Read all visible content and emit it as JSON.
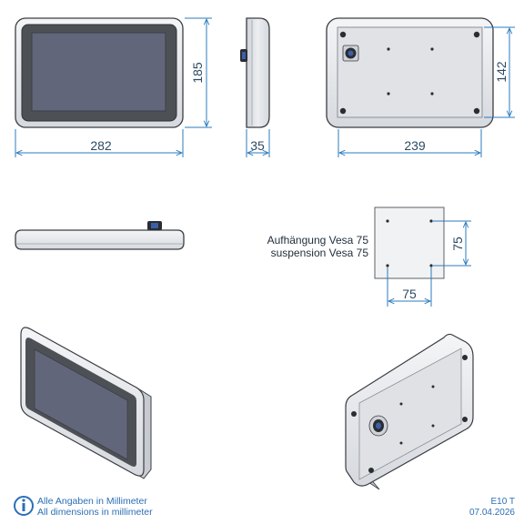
{
  "dimensions": {
    "front_width": "282",
    "front_height": "185",
    "side_depth": "35",
    "back_width": "239",
    "back_height": "142",
    "vesa_horizontal": "75",
    "vesa_vertical": "75"
  },
  "mount_label": {
    "line1": "Aufhängung Vesa 75",
    "line2": "suspension Vesa 75"
  },
  "footer": {
    "note_de": "Alle Angaben in Millimeter",
    "note_en": "All dimensions in millimeter",
    "model": "E10 T",
    "date": "07.04.2026"
  },
  "icons": {
    "info": "info-icon"
  },
  "colors": {
    "housing": "#e4e6ea",
    "bezel": "#4d5156",
    "screen": "#62667a",
    "dimension_line": "#2b7bbd",
    "info_icon": "#2b6fb6"
  }
}
